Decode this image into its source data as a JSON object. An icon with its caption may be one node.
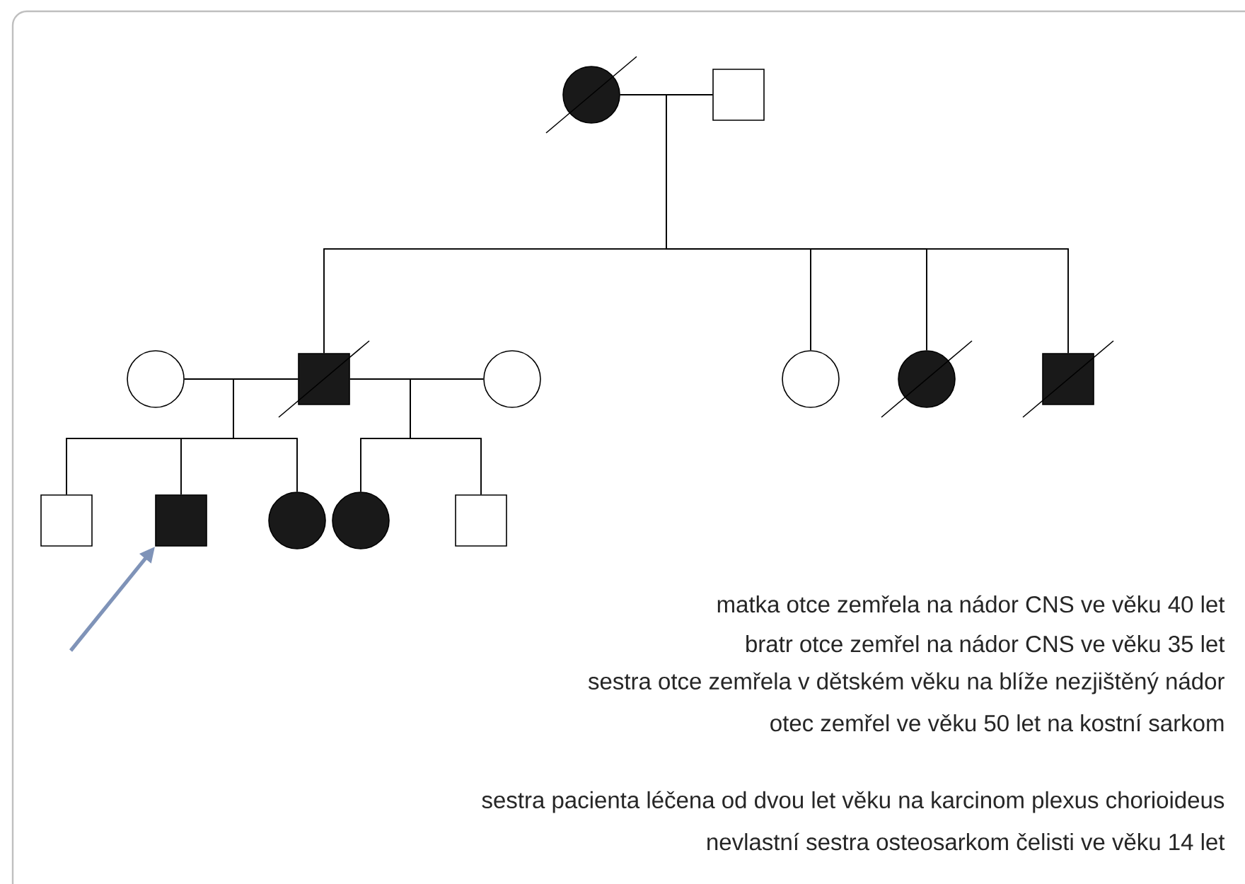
{
  "diagram": {
    "nodes": [
      {
        "text": [],
        "shape": "circle"
      },
      {
        "text": [],
        "shape": "box"
      },
      {
        "text": [],
        "shape": "circle"
      },
      {
        "text": [],
        "shape": "box"
      },
      {
        "text": [],
        "shape": "circle"
      },
      {
        "text": [],
        "shape": "circle"
      },
      {
        "text": [],
        "shape": "circle"
      },
      {
        "text": [],
        "shape": "box"
      },
      {
        "text": [],
        "shape": "box"
      },
      {
        "text": [],
        "shape": "box"
      },
      {
        "text": [],
        "shape": "circle"
      },
      {
        "text": [],
        "shape": "circle"
      },
      {
        "text": [],
        "shape": "box"
      }
    ],
    "edges": [
      {
        "from": 0,
        "to": 1,
        "arrow": "none"
      },
      {
        "from": 0,
        "to": 3,
        "arrow": "none"
      },
      {
        "from": 1,
        "to": 3,
        "arrow": "none"
      },
      {
        "from": 0,
        "to": 5,
        "arrow": "none"
      },
      {
        "from": 1,
        "to": 5,
        "arrow": "none"
      },
      {
        "from": 0,
        "to": 6,
        "arrow": "none"
      },
      {
        "from": 1,
        "to": 6,
        "arrow": "none"
      },
      {
        "from": 0,
        "to": 7,
        "arrow": "none"
      },
      {
        "from": 1,
        "to": 7,
        "arrow": "none"
      },
      {
        "from": 2,
        "to": 3,
        "arrow": "none"
      },
      {
        "from": 3,
        "to": 4,
        "arrow": "none"
      },
      {
        "from": 2,
        "to": 8,
        "arrow": "none"
      },
      {
        "from": 3,
        "to": 8,
        "arrow": "none"
      },
      {
        "from": 2,
        "to": 9,
        "arrow": "none"
      },
      {
        "from": 3,
        "to": 9,
        "arrow": "none"
      },
      {
        "from": 2,
        "to": 10,
        "arrow": "none"
      },
      {
        "from": 3,
        "to": 10,
        "arrow": "none"
      },
      {
        "from": 3,
        "to": 11,
        "arrow": "none"
      },
      {
        "from": 4,
        "to": 11,
        "arrow": "none"
      },
      {
        "from": 3,
        "to": 12,
        "arrow": "none"
      },
      {
        "from": 4,
        "to": 12,
        "arrow": "none"
      },
      {
        "from": null,
        "to": 9,
        "arrow": "to",
        "style": "thick",
        "color": "#7f93b8"
      }
    ],
    "labels": [
      "matka otce zemřela na nádor CNS ve věku 40 let",
      "bratr otce zemřel na nádor CNS ve věku 35 let",
      "sestra otce zemřela v dětském věku na blíže nezjištěný nádor",
      "otec zemřel ve věku 50 let na kostní sarkom",
      "sestra pacienta léčena od dvou let věku na karcinom plexus chorioideus",
      "nevlastní sestra osteosarkom čelisti ve věku 14 let"
    ]
  }
}
